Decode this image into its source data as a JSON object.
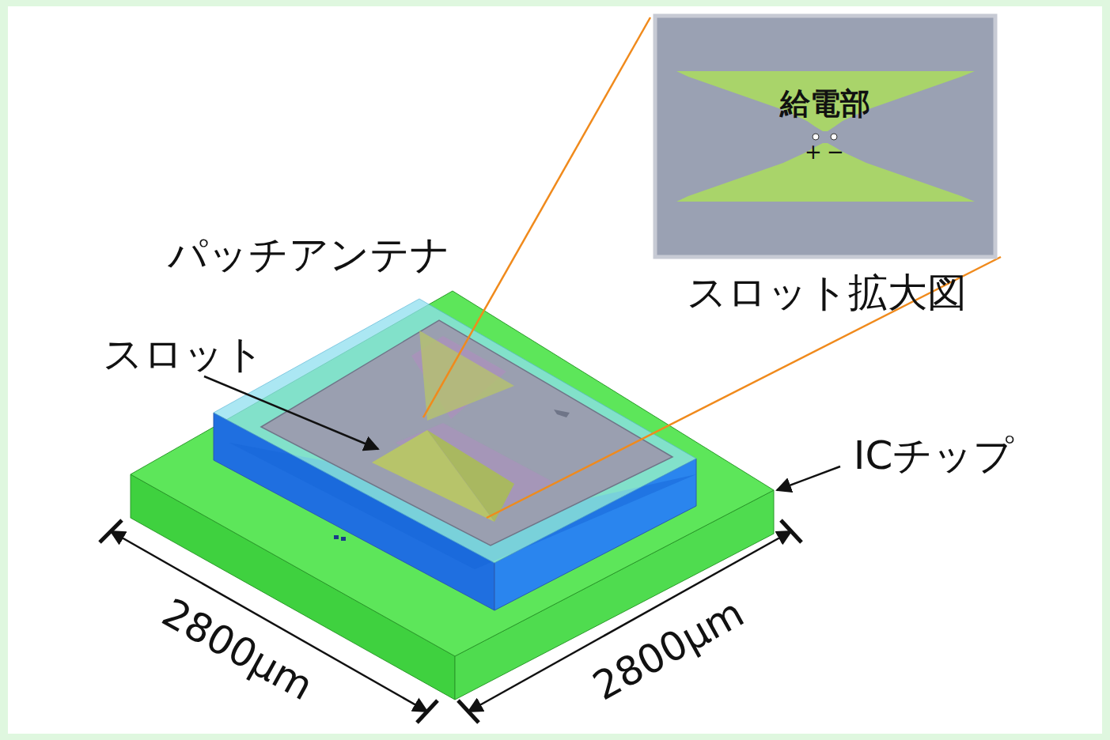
{
  "diagram": {
    "nodes": [
      {
        "text": [
          "給電部",
          "+",
          "−",
          "スロット拡大図"
        ]
      }
    ],
    "labels": [
      "パッチアンテナ",
      "スロット",
      "ICチップ",
      "2800μm",
      "2800μm"
    ]
  }
}
